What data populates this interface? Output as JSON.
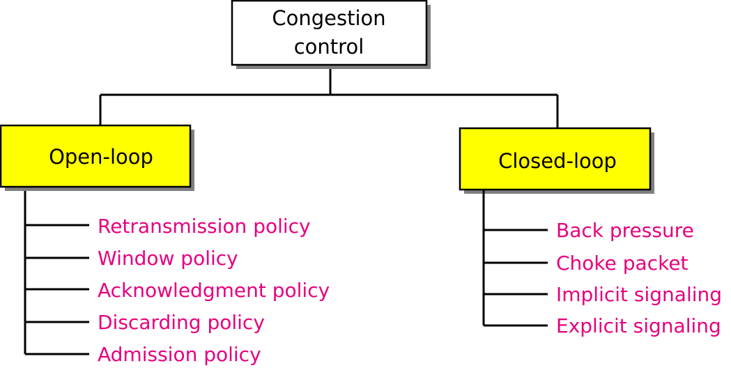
{
  "diagram": {
    "root": {
      "line1": "Congestion",
      "line2": "control"
    },
    "left": {
      "label": "Open-loop",
      "items": [
        "Retransmission policy",
        "Window policy",
        "Acknowledgment policy",
        "Discarding policy",
        "Admission policy"
      ]
    },
    "right": {
      "label": "Closed-loop",
      "items": [
        "Back pressure",
        "Choke packet",
        "Implicit signaling",
        "Explicit signaling"
      ]
    }
  },
  "colors": {
    "branch_box_fill": "#ffff00",
    "root_box_fill": "#ffffff",
    "leaf_text": "#e6007e",
    "line": "#000000",
    "shadow": "#7f7f7f"
  }
}
